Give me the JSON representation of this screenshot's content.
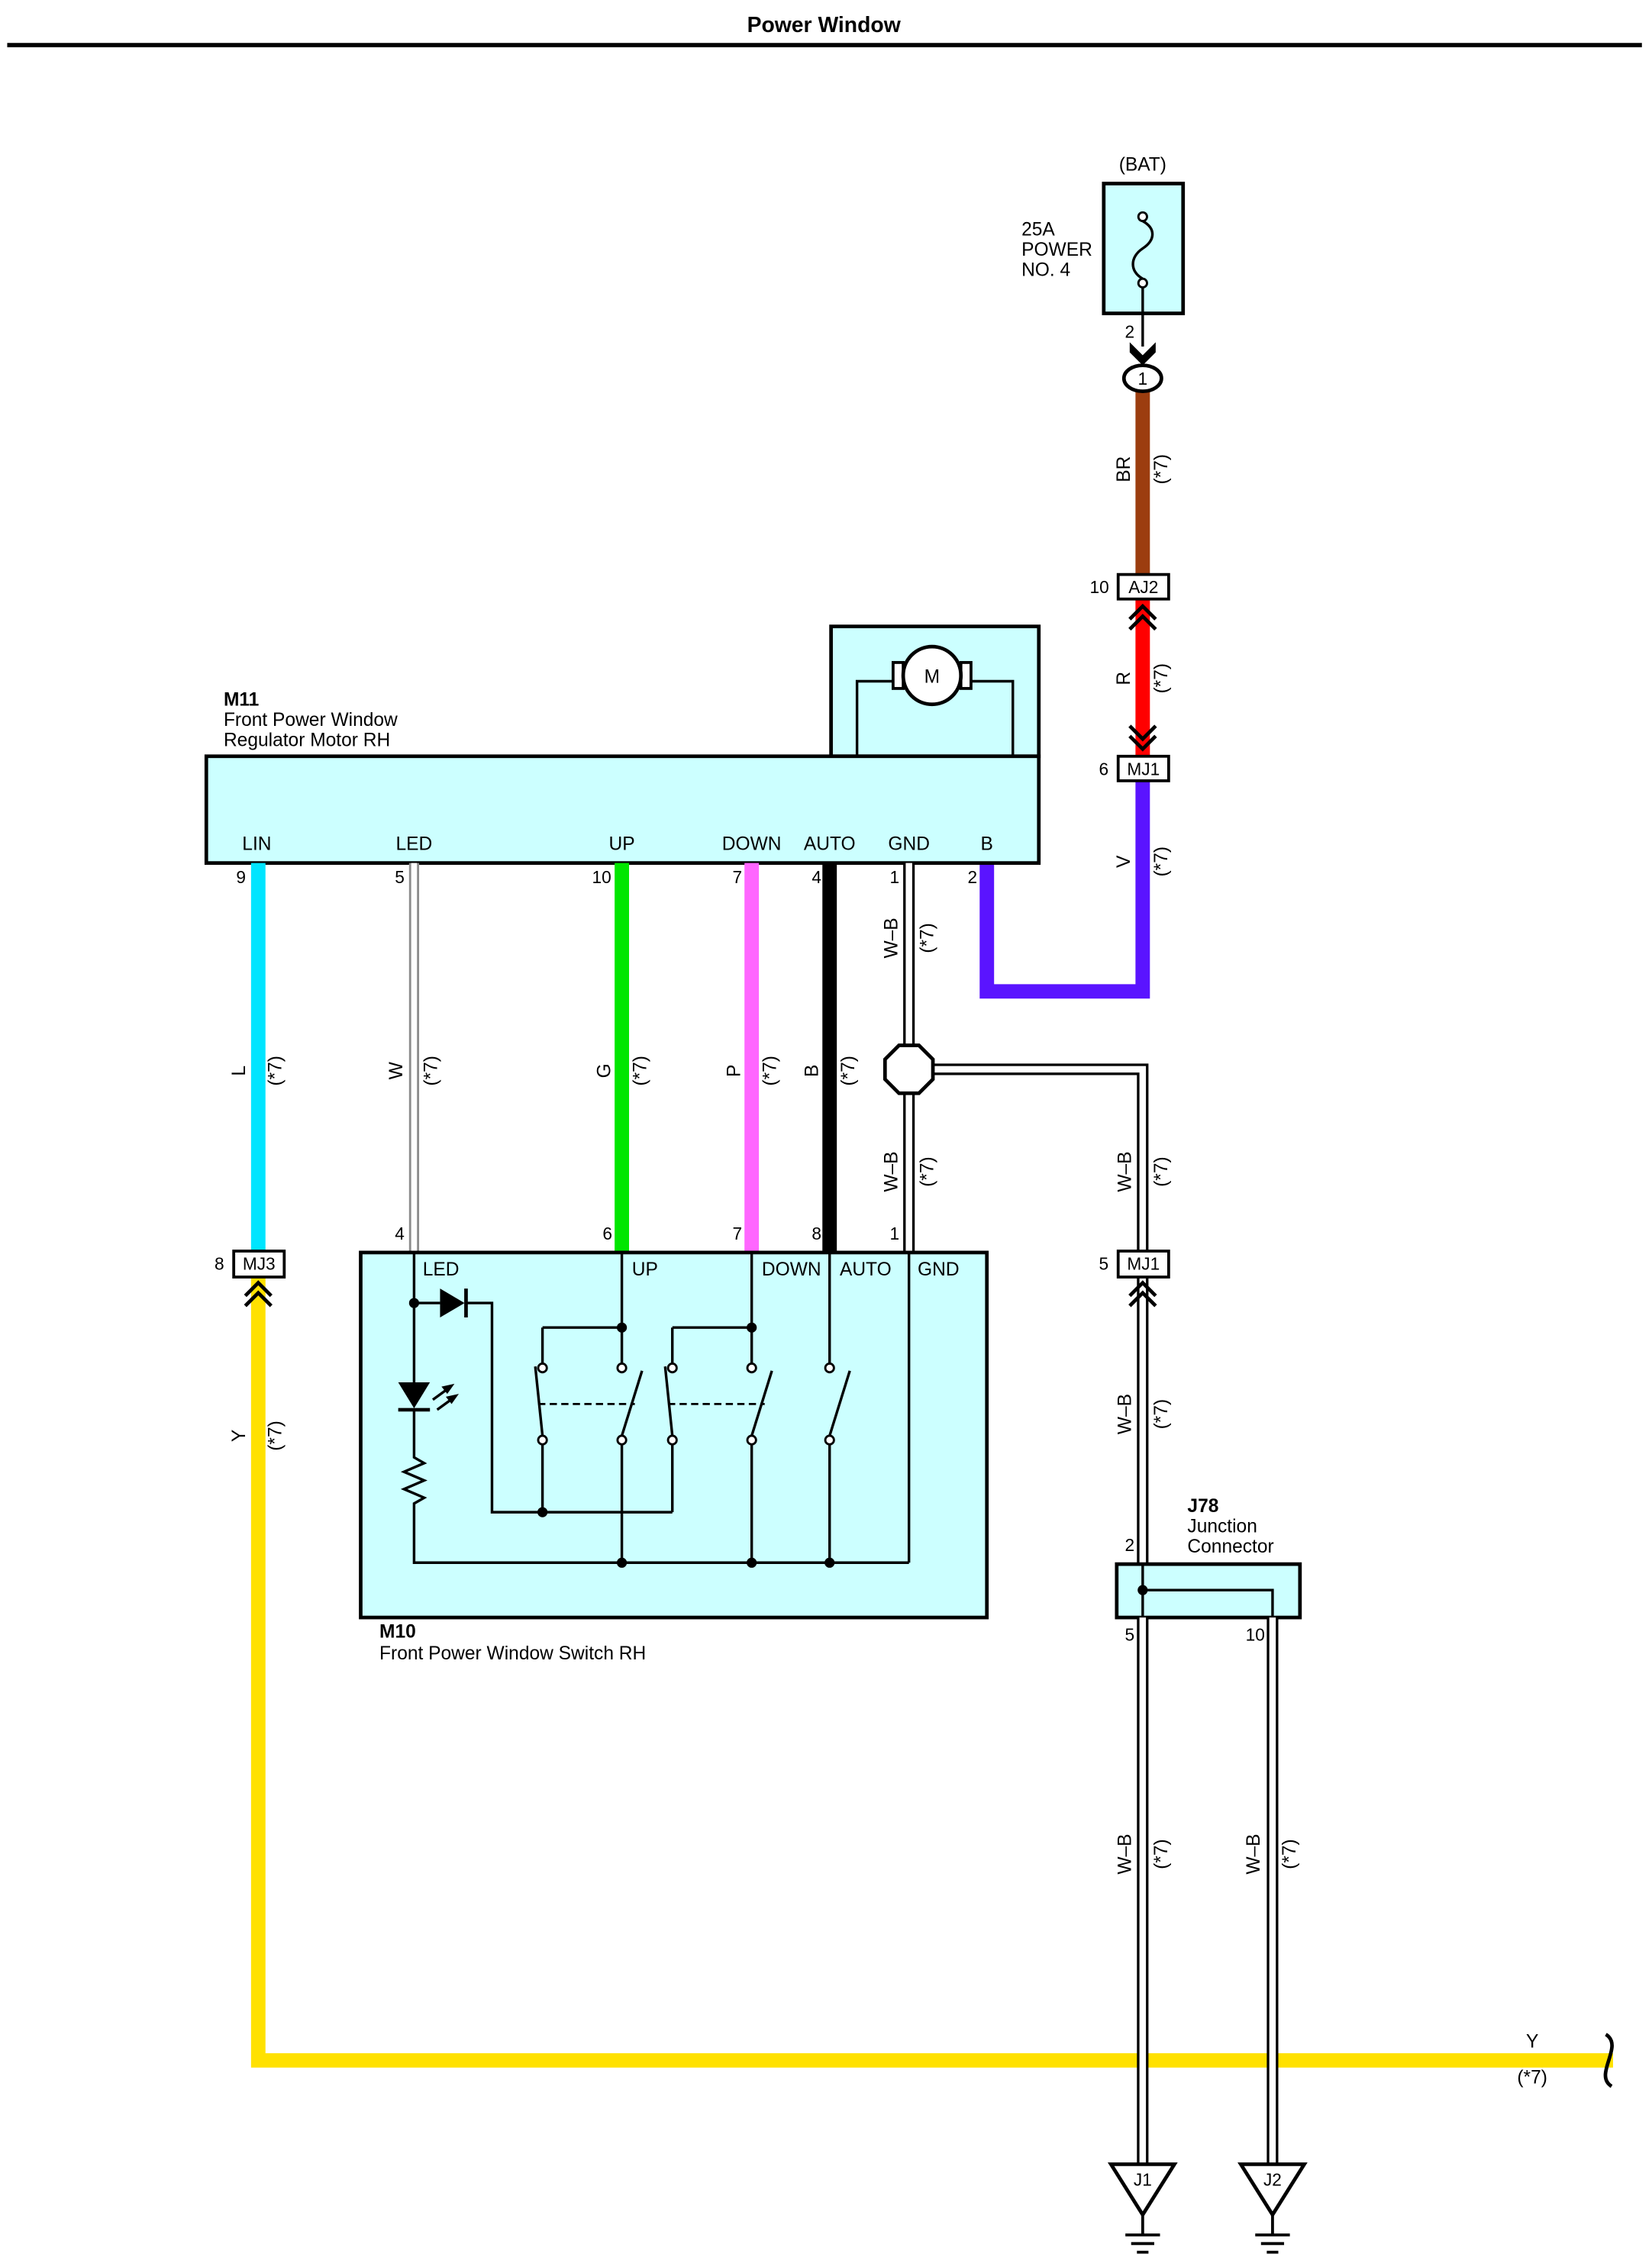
{
  "title": "Power Window",
  "colors": {
    "component_fill": "#ccffff",
    "wire_BR": "#9c3d0f",
    "wire_R": "#ff0000",
    "wire_V": "#5a14ff",
    "wire_L": "#00e5ff",
    "wire_G": "#00e600",
    "wire_P": "#ff66ff",
    "wire_B": "#000000",
    "wire_Y": "#ffe100"
  },
  "fuse": {
    "source": "(BAT)",
    "rating": "25A",
    "name_line1": "POWER",
    "name_line2": "NO. 4",
    "pin": "2"
  },
  "connectors": {
    "inline_1": {
      "pin": "1"
    },
    "aj2": {
      "name": "AJ2",
      "pin": "10"
    },
    "mj1_upper": {
      "name": "MJ1",
      "pin": "6"
    },
    "mj3": {
      "name": "MJ3",
      "pin": "8"
    },
    "mj1_lower": {
      "name": "MJ1",
      "pin": "5"
    }
  },
  "m11": {
    "code": "M11",
    "name_line1": "Front Power Window",
    "name_line2": "Regulator Motor RH",
    "motor_symbol": "M",
    "terminals": [
      {
        "label": "LIN",
        "pin": "9"
      },
      {
        "label": "LED",
        "pin": "5"
      },
      {
        "label": "UP",
        "pin": "10"
      },
      {
        "label": "DOWN",
        "pin": "7"
      },
      {
        "label": "AUTO",
        "pin": "4"
      },
      {
        "label": "GND",
        "pin": "1"
      },
      {
        "label": "B",
        "pin": "2"
      }
    ]
  },
  "m10": {
    "code": "M10",
    "name": "Front Power Window Switch RH",
    "terminals": [
      {
        "label": "LED",
        "pin": "4"
      },
      {
        "label": "UP",
        "pin": "6"
      },
      {
        "label": "DOWN",
        "pin": "7"
      },
      {
        "label": "AUTO",
        "pin": "8"
      },
      {
        "label": "GND",
        "pin": "1"
      }
    ]
  },
  "j78": {
    "code": "J78",
    "name_line1": "Junction",
    "name_line2": "Connector",
    "pins": [
      "2",
      "5",
      "10"
    ]
  },
  "grounds": [
    {
      "label": "J1"
    },
    {
      "label": "J2"
    }
  ],
  "wires": [
    {
      "code": "BR",
      "note": "(*7)"
    },
    {
      "code": "R",
      "note": "(*7)"
    },
    {
      "code": "V",
      "note": "(*7)"
    },
    {
      "code": "L",
      "note": "(*7)"
    },
    {
      "code": "W",
      "note": "(*7)"
    },
    {
      "code": "G",
      "note": "(*7)"
    },
    {
      "code": "P",
      "note": "(*7)"
    },
    {
      "code": "B",
      "note": "(*7)"
    },
    {
      "code": "W–B",
      "note": "(*7)"
    },
    {
      "code": "W–B",
      "note": "(*7)"
    },
    {
      "code": "W–B",
      "note": "(*7)"
    },
    {
      "code": "W–B",
      "note": "(*7)"
    },
    {
      "code": "W–B",
      "note": "(*7)"
    },
    {
      "code": "W–B",
      "note": "(*7)"
    },
    {
      "code": "Y",
      "note": "(*7)"
    },
    {
      "code": "Y",
      "note": "(*7)"
    }
  ]
}
